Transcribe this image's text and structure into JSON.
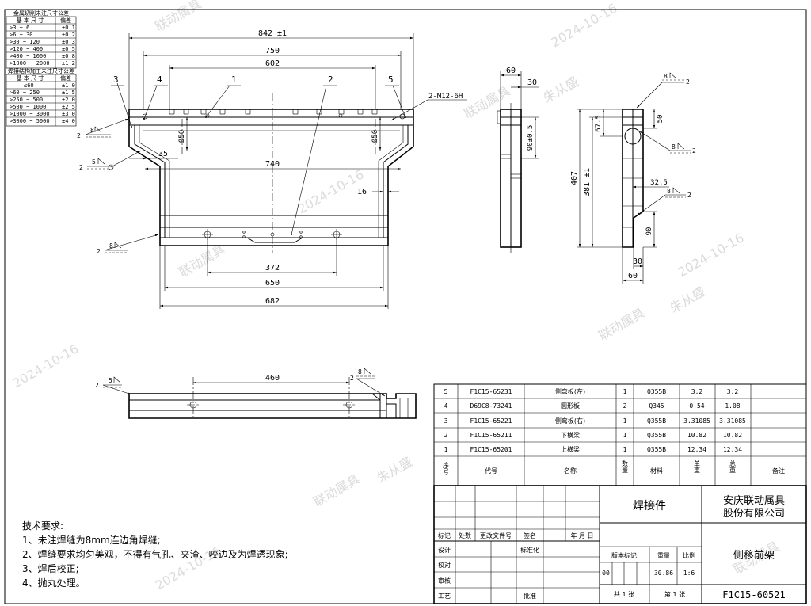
{
  "tolerance_table_1": {
    "title": "金属切削未注尺寸公差",
    "header": [
      "基 本 尺 寸",
      "偏差"
    ],
    "rows": [
      [
        ">3 ~ 6",
        "±0.1"
      ],
      [
        ">6 ~ 30",
        "±0.2"
      ],
      [
        ">30 ~ 120",
        "±0.3"
      ],
      [
        ">120 ~ 400",
        "±0.5"
      ],
      [
        ">400 ~ 1000",
        "±0.8"
      ],
      [
        ">1000 ~ 2000",
        "±1.2"
      ]
    ]
  },
  "tolerance_table_2": {
    "title": "焊接结构加工未注尺寸公差",
    "header": [
      "基 本 尺 寸",
      "偏差"
    ],
    "rows": [
      [
        "≤60",
        "±1.0"
      ],
      [
        ">60 ~ 250",
        "±1.5"
      ],
      [
        ">250 ~ 500",
        "±2.0"
      ],
      [
        ">500 ~ 1000",
        "±2.5"
      ],
      [
        ">1000 ~ 3000",
        "±3.0"
      ],
      [
        ">3000 ~ 5000",
        "±4.0"
      ]
    ]
  },
  "front_view": {
    "dims": {
      "d842": "842 ±1",
      "d750": "750",
      "d602": "602",
      "d740": "740",
      "d35": "35",
      "d16": "16",
      "phi50_left": "Ø50",
      "phi50_right": "Ø50",
      "d372": "372",
      "d650": "650",
      "d682": "682"
    },
    "balloons": [
      "1",
      "2",
      "3",
      "4",
      "5"
    ],
    "thread_note": "2-M12-6H",
    "weld_symbols": {
      "w8": "8",
      "w5": "5",
      "w2a": "2",
      "w2b": "2",
      "w2c": "2",
      "w2d": "2"
    }
  },
  "side_view": {
    "dims": {
      "d60": "60",
      "d30": "30",
      "d90": "90±0.5"
    }
  },
  "right_view": {
    "dims": {
      "d407": "407",
      "d381": "381 ±1",
      "d67": "67.5",
      "d50": "50",
      "d32": "32.5",
      "d90": "90",
      "d30": "30",
      "d60": "60"
    },
    "weld_symbols": {
      "w8a": "8",
      "w8b": "8",
      "w8c": "8",
      "w2a": "2",
      "w2b": "2",
      "w2c": "2"
    }
  },
  "bottom_view": {
    "dims": {
      "d460": "460"
    },
    "weld_symbols": {
      "w5": "5",
      "w8": "8",
      "w2a": "2",
      "w2b": "2"
    }
  },
  "bom": {
    "rows": [
      {
        "no": "5",
        "code": "F1C15-65231",
        "name": "侧弯板(左)",
        "qty": "1",
        "material": "Q355B",
        "unit": "3.2",
        "total": "3.2",
        "note": ""
      },
      {
        "no": "4",
        "code": "D69C8-73241",
        "name": "圆形板",
        "qty": "2",
        "material": "Q345",
        "unit": "0.54",
        "total": "1.08",
        "note": ""
      },
      {
        "no": "3",
        "code": "F1C15-65221",
        "name": "侧弯板(右)",
        "qty": "1",
        "material": "Q355B",
        "unit": "3.31085",
        "total": "3.31085",
        "note": ""
      },
      {
        "no": "2",
        "code": "F1C15-65211",
        "name": "下横梁",
        "qty": "1",
        "material": "Q355B",
        "unit": "10.82",
        "total": "10.82",
        "note": ""
      },
      {
        "no": "1",
        "code": "F1C15-65201",
        "name": "上横梁",
        "qty": "1",
        "material": "Q355B",
        "unit": "12.34",
        "total": "12.34",
        "note": ""
      }
    ],
    "header": {
      "no": "序号",
      "code": "代号",
      "name": "名称",
      "qty": "数量",
      "material": "材料",
      "unit": "单重",
      "total": "总重",
      "note": "备注"
    }
  },
  "title_block": {
    "label_mark": "标记",
    "label_count": "处数",
    "label_change_doc": "更改文件号",
    "label_sign": "签名",
    "label_date": "年 月 日",
    "label_design": "设计",
    "label_standard": "标准化",
    "label_check": "校对",
    "label_review": "审核",
    "label_process": "工艺",
    "label_approve": "批准",
    "label_version": "版本标记",
    "label_weight": "重量",
    "label_scale": "比例",
    "version": "00",
    "weight": "30.86",
    "scale": "1:6",
    "sheets_total": "共 1 张",
    "sheet_no": "第 1 张",
    "type": "焊接件",
    "company_line1": "安庆联动属具",
    "company_line2": "股份有限公司",
    "drawing_name": "侧移前架",
    "drawing_no": "F1C15-60521"
  },
  "tech_requirements": {
    "title": "技术要求:",
    "items": [
      "1、未注焊缝为8mm连边角焊缝;",
      "2、焊缝要求均匀美观，不得有气孔、夹渣、咬边及为焊透现象;",
      "3、焊后校正;",
      "4、抛丸处理。"
    ]
  },
  "watermark": {
    "company": "联动属具",
    "name": "朱从盛",
    "date": "2024-10-16"
  }
}
